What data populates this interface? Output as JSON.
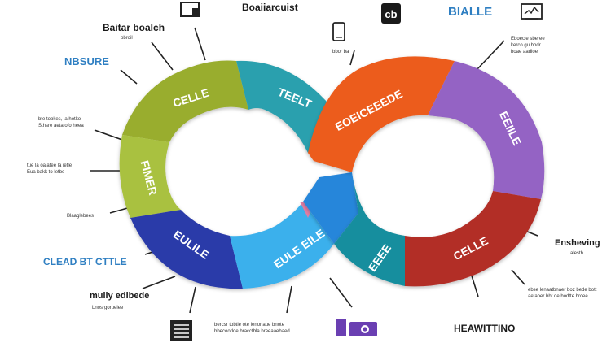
{
  "colors": {
    "olive": "#99ad2e",
    "lime": "#a9c13f",
    "teal": "#2ba0ae",
    "orange": "#ec5b1c",
    "purple": "#9464c4",
    "crimson": "#b22d28",
    "deep_teal": "#178e9e",
    "navy": "#2c3aa9",
    "sky": "#3ab0ec",
    "mid_blue": "#2786da",
    "pink": "#e07ea6",
    "label_blue": "#2f7fc2"
  },
  "segments": {
    "olive": "CELLE",
    "teal": "TEELT",
    "lime": "FIMER",
    "navy": "EULILE",
    "sky": "EULE EILE",
    "orange": "EOEICEEEDE",
    "purple": "EEIILE",
    "crimson": "CELLE",
    "deep_teal": "EEEE"
  },
  "labels": {
    "top_left_title": "Baitar boalch",
    "top_left_sub": "bbroil",
    "top_center_title": "Boaiiarcuist",
    "nbsure": "NBSURE",
    "bialle": "BIALLE",
    "right_lines": [
      "Eboecle sberee",
      "kerco gu bodr",
      "boae aadioe"
    ],
    "left1": [
      "bte tobkes, la hotkol",
      "Sthsre aeta ofo heea"
    ],
    "left2": [
      "tue la oalatee la ietle",
      "Eua bakk to letbe"
    ],
    "left3": "Blaaglebees",
    "clead": "CLEAD BT CTTLE",
    "muily": "muily edibede",
    "muily_sub": "Lnosrgoruelee",
    "bottom_center": [
      "bercsr tobtie ote lenoriaue bnote",
      "bbecoodoe bracctbla breeaaebaed"
    ],
    "ensheving": "Ensheving",
    "ensheving_sub": "alesth",
    "bottom_right": [
      "ebse lenaatbnaer boz bede bott",
      "aetaoer bbt de bodtte brcee"
    ],
    "headwittino": "HEAWITTINO",
    "phone_caption": "bbor ba"
  }
}
